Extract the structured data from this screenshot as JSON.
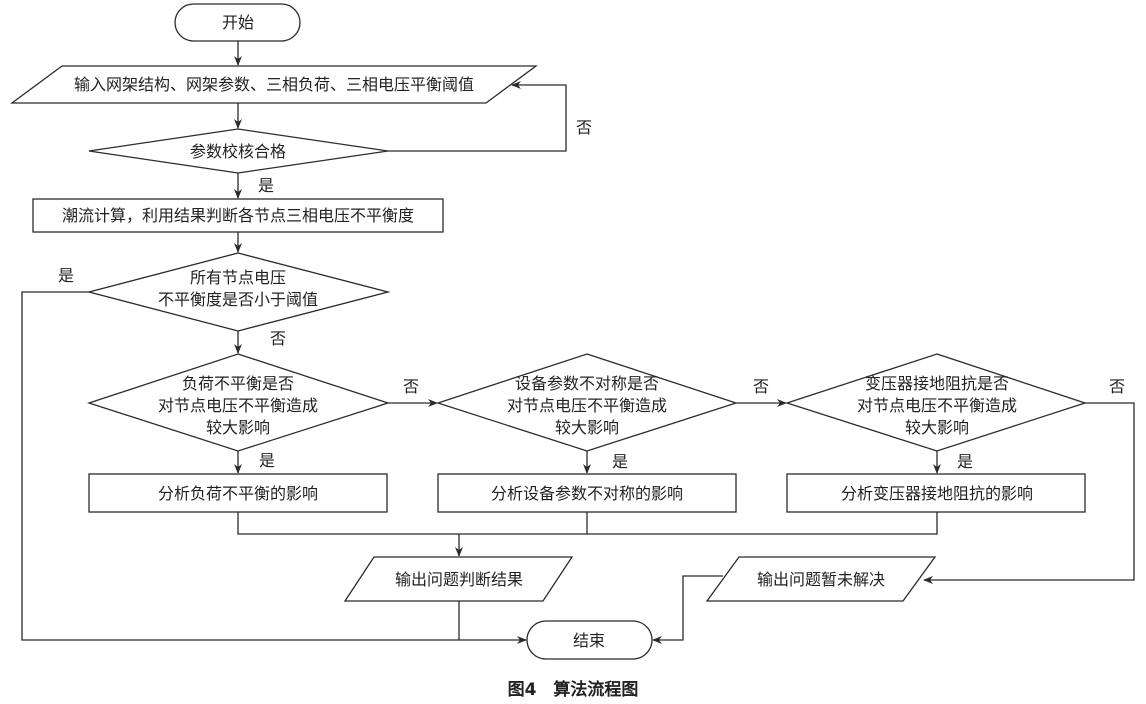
{
  "nodes": {
    "start": "开始",
    "input": "输入网架结构、网架参数、三相负荷、三相电压平衡阈值",
    "check_params": "参数校核合格",
    "power_flow": "潮流计算，利用结果判断各节点三相电压不平衡度",
    "all_nodes_check": [
      "所有节点电压",
      "不平衡度是否小于阈值"
    ],
    "load_check": [
      "负荷不平衡是否",
      "对节点电压不平衡造成",
      "较大影响"
    ],
    "equipment_check": [
      "设备参数不对称是否",
      "对节点电压不平衡造成",
      "较大影响"
    ],
    "transformer_check": [
      "变压器接地阻抗是否",
      "对节点电压不平衡造成",
      "较大影响"
    ],
    "analyze_load": "分析负荷不平衡的影响",
    "analyze_equipment": "分析设备参数不对称的影响",
    "analyze_transformer": "分析变压器接地阻抗的影响",
    "output_result": "输出问题判断结果",
    "output_unsolved": "输出问题暂未解决",
    "end": "结束"
  },
  "labels": {
    "yes": "是",
    "no": "否"
  },
  "caption": "图4　算法流程图"
}
